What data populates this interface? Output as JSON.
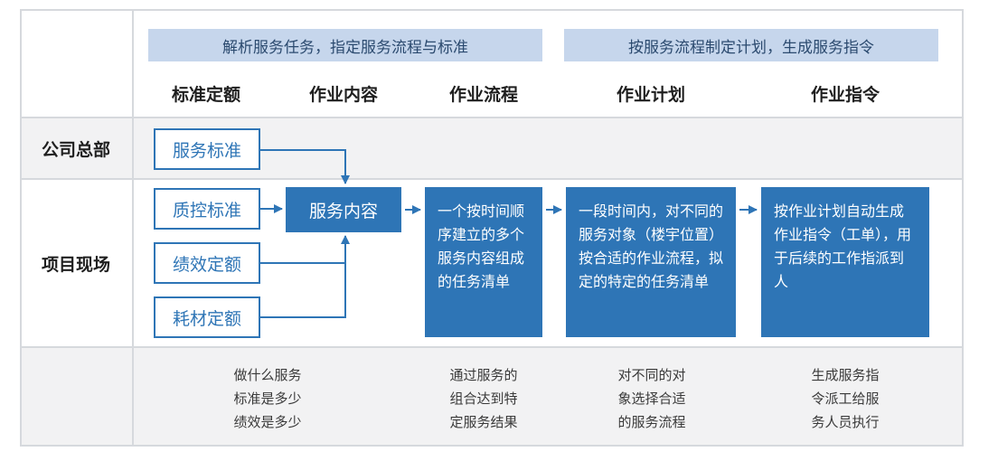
{
  "banners": {
    "left": "解析服务任务，指定服务流程与标准",
    "right": "按服务流程制定计划，生成服务指令"
  },
  "columns": [
    "标准定额",
    "作业内容",
    "作业流程",
    "作业计划",
    "作业指令"
  ],
  "rows": {
    "hq": "公司总部",
    "site": "项目现场"
  },
  "standards": [
    "服务标准",
    "质控标准",
    "绩效定额",
    "耗材定额"
  ],
  "content_box": "服务内容",
  "process_box": "一个按时间顺序建立的多个服务内容组成的任务清单",
  "plan_box": "一段时间内，对不同的服务对象（楼宇位置）按合适的作业流程，拟定的特定的任务清单",
  "order_box": "按作业计划自动生成作业指令（工单），用于后续的工作指派到人",
  "notes": {
    "standard": [
      "做什么服务",
      "标准是多少",
      "绩效是多少"
    ],
    "process": [
      "通过服务的",
      "组合达到特",
      "定服务结果"
    ],
    "plan": [
      "对不同的对",
      "象选择合适",
      "的服务流程"
    ],
    "order": [
      "生成服务指",
      "令派工给服",
      "务人员执行"
    ]
  },
  "colors": {
    "primary_blue": "#2e75b6",
    "banner_blue": "#c6d6ec",
    "grid_gray": "#d6d9dd",
    "band_gray": "#f2f2f3"
  }
}
